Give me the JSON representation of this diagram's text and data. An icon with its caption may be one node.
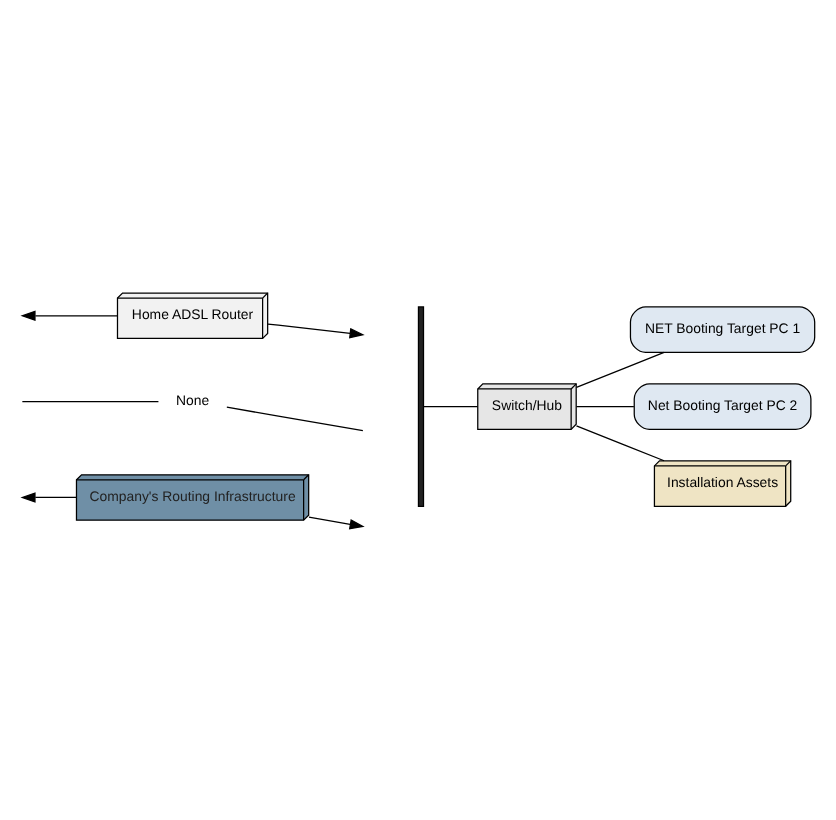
{
  "diagram": {
    "nodes": [
      {
        "text": [
          "Company's Routing Infrastructure"
        ]
      },
      {
        "text": [
          "Home ADSL Router"
        ]
      },
      {
        "text": [
          "None"
        ]
      },
      {
        "text": [],
        "shape": "brace"
      },
      {
        "text": [
          "Switch/Hub"
        ]
      },
      {
        "text": [
          "NET Booting Target PC 1"
        ]
      },
      {
        "text": [
          "Net Booting Target PC 2"
        ]
      },
      {
        "text": [
          "Installation Assets"
        ]
      }
    ],
    "edges": [
      {
        "from": 0,
        "to": null,
        "arrow": "to"
      },
      {
        "from": 0,
        "to": null,
        "arrow": "to"
      },
      {
        "from": 1,
        "to": null,
        "arrow": "to"
      },
      {
        "from": 1,
        "to": null,
        "arrow": "to"
      },
      {
        "from": 2,
        "to": null,
        "arrow": "none"
      },
      {
        "from": 2,
        "to": null,
        "arrow": "none"
      },
      {
        "from": 3,
        "to": 4,
        "arrow": "none"
      },
      {
        "from": 4,
        "to": 5,
        "arrow": "none"
      },
      {
        "from": 4,
        "to": 6,
        "arrow": "none"
      },
      {
        "from": 4,
        "to": 7,
        "arrow": "none"
      }
    ]
  }
}
